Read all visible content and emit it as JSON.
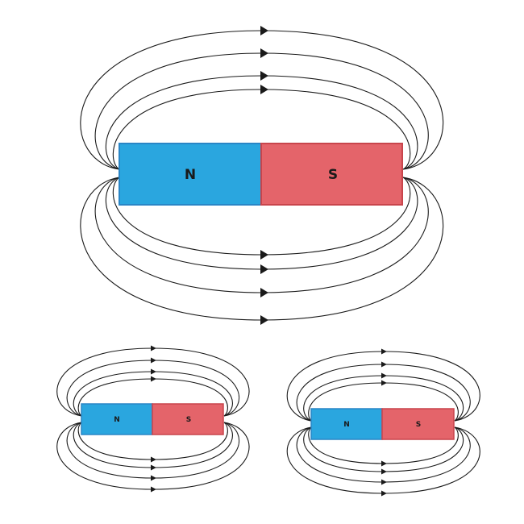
{
  "colors": {
    "north_pole": "#2aa6df",
    "north_border": "#2a86c6",
    "south_pole": "#e4646a",
    "south_border": "#c8454c",
    "field_line": "#1a1a1a",
    "background": "#ffffff"
  },
  "magnets": [
    {
      "id": "large",
      "north_label": "N",
      "south_label": "S",
      "field_line_direction": "north-to-south"
    },
    {
      "id": "small-left",
      "north_label": "N",
      "south_label": "S",
      "field_line_direction": "north-to-south"
    },
    {
      "id": "small-right",
      "north_label": "N",
      "south_label": "S",
      "field_line_direction": "north-to-south"
    }
  ]
}
